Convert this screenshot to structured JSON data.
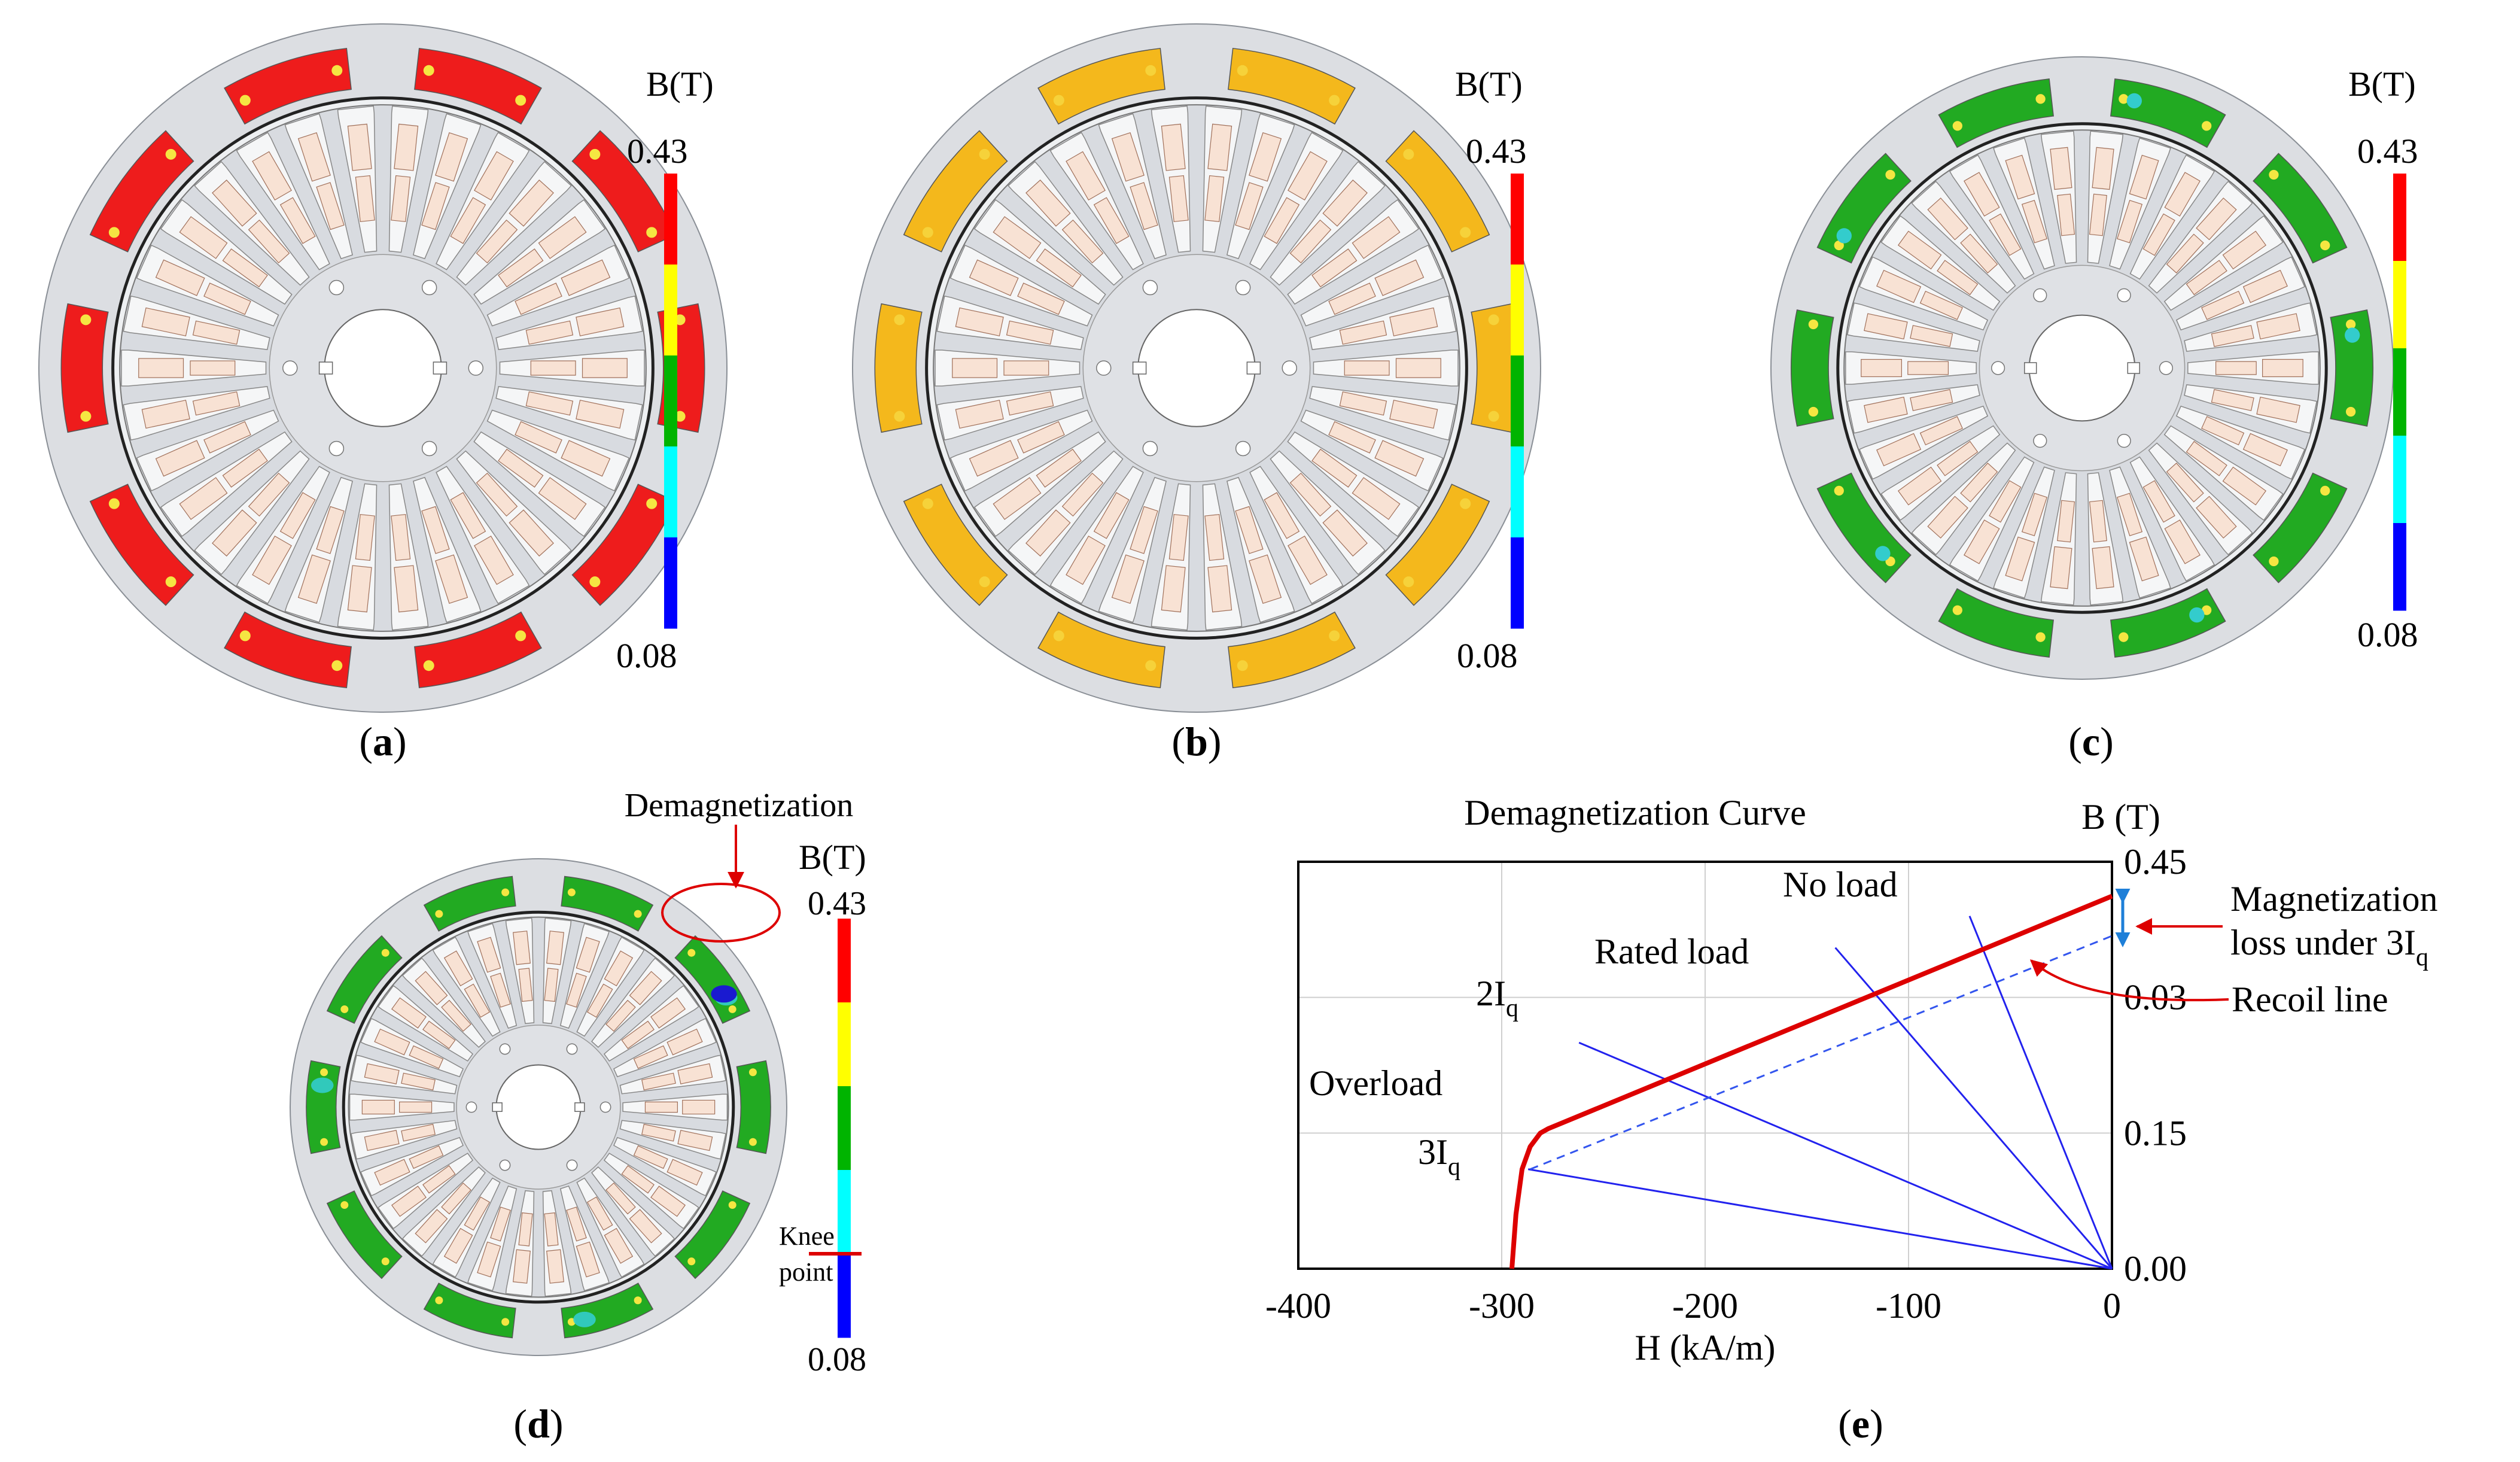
{
  "panels": {
    "a": {
      "label": "(a)",
      "letter": "a",
      "magnet_fill": "uniform-red",
      "colorbar": {
        "title": "B(T)",
        "max": "0.43",
        "min": "0.08"
      }
    },
    "b": {
      "label": "(b)",
      "letter": "b",
      "magnet_fill": "uniform-orange",
      "colorbar": {
        "title": "B(T)",
        "max": "0.43",
        "min": "0.08"
      }
    },
    "c": {
      "label": "(c)",
      "letter": "c",
      "magnet_fill": "mostly-green",
      "colorbar": {
        "title": "B(T)",
        "max": "0.43",
        "min": "0.08"
      }
    },
    "d": {
      "label": "(d)",
      "letter": "d",
      "magnet_fill": "green-with-blue-demagnetized-spots",
      "annotation": "Demagnetization",
      "knee_label_1": "Knee",
      "knee_label_2": "point",
      "colorbar": {
        "title": "B(T)",
        "max": "0.43",
        "min": "0.08"
      }
    },
    "e": {
      "label": "(e)",
      "letter": "e"
    }
  },
  "colorbar_colors": [
    "#ff0000",
    "#ffff00",
    "#00b400",
    "#00ffff",
    "#0000ff"
  ],
  "motor": {
    "slots": 30,
    "poles": 10,
    "rotor_hole_count": 6
  },
  "chart_data": {
    "type": "line",
    "title": "Demagnetization Curve",
    "xlabel": "H (kA/m)",
    "ylabel": "B (T)",
    "xlim": [
      -400,
      0
    ],
    "ylim": [
      0,
      0.45
    ],
    "x_ticks": [
      "-400",
      "-300",
      "-200",
      "-100",
      "0"
    ],
    "y_ticks": [
      "0.45",
      "0.03",
      "0.15",
      "0.00"
    ],
    "grid": true,
    "series": [
      {
        "name": "",
        "style": "solid-red",
        "x": [
          -295,
          -293,
          -290,
          -286,
          -281,
          -277,
          0
        ],
        "y": [
          0.0,
          0.06,
          0.11,
          0.135,
          0.15,
          0.155,
          0.412
        ]
      },
      {
        "name": "Recoil line",
        "style": "dashed-blue",
        "x": [
          -286,
          0
        ],
        "y": [
          0.11,
          0.368
        ]
      }
    ],
    "load_lines": [
      {
        "name": "No load",
        "x_end": -70,
        "y_end": 0.39
      },
      {
        "name": "Rated load",
        "x_end": -136,
        "y_end": 0.355
      },
      {
        "name": "2Iq",
        "x_end": -262,
        "y_end": 0.25
      },
      {
        "name": "3Iq",
        "x_end": -287,
        "y_end": 0.11
      }
    ],
    "annotations": {
      "no_load": "No load",
      "rated_load": "Rated load",
      "two_iq_main": "2I",
      "three_iq_main": "3I",
      "iq_sub": "q",
      "overload": "Overload",
      "mag_loss_line1": "Magnetization",
      "mag_loss_line2": "loss under 3I",
      "recoil": "Recoil line"
    },
    "colors": {
      "curve": "#dd0000",
      "load_line": "#2222ee",
      "recoil": "#3355ee",
      "marker": "#1e7fd8"
    }
  }
}
